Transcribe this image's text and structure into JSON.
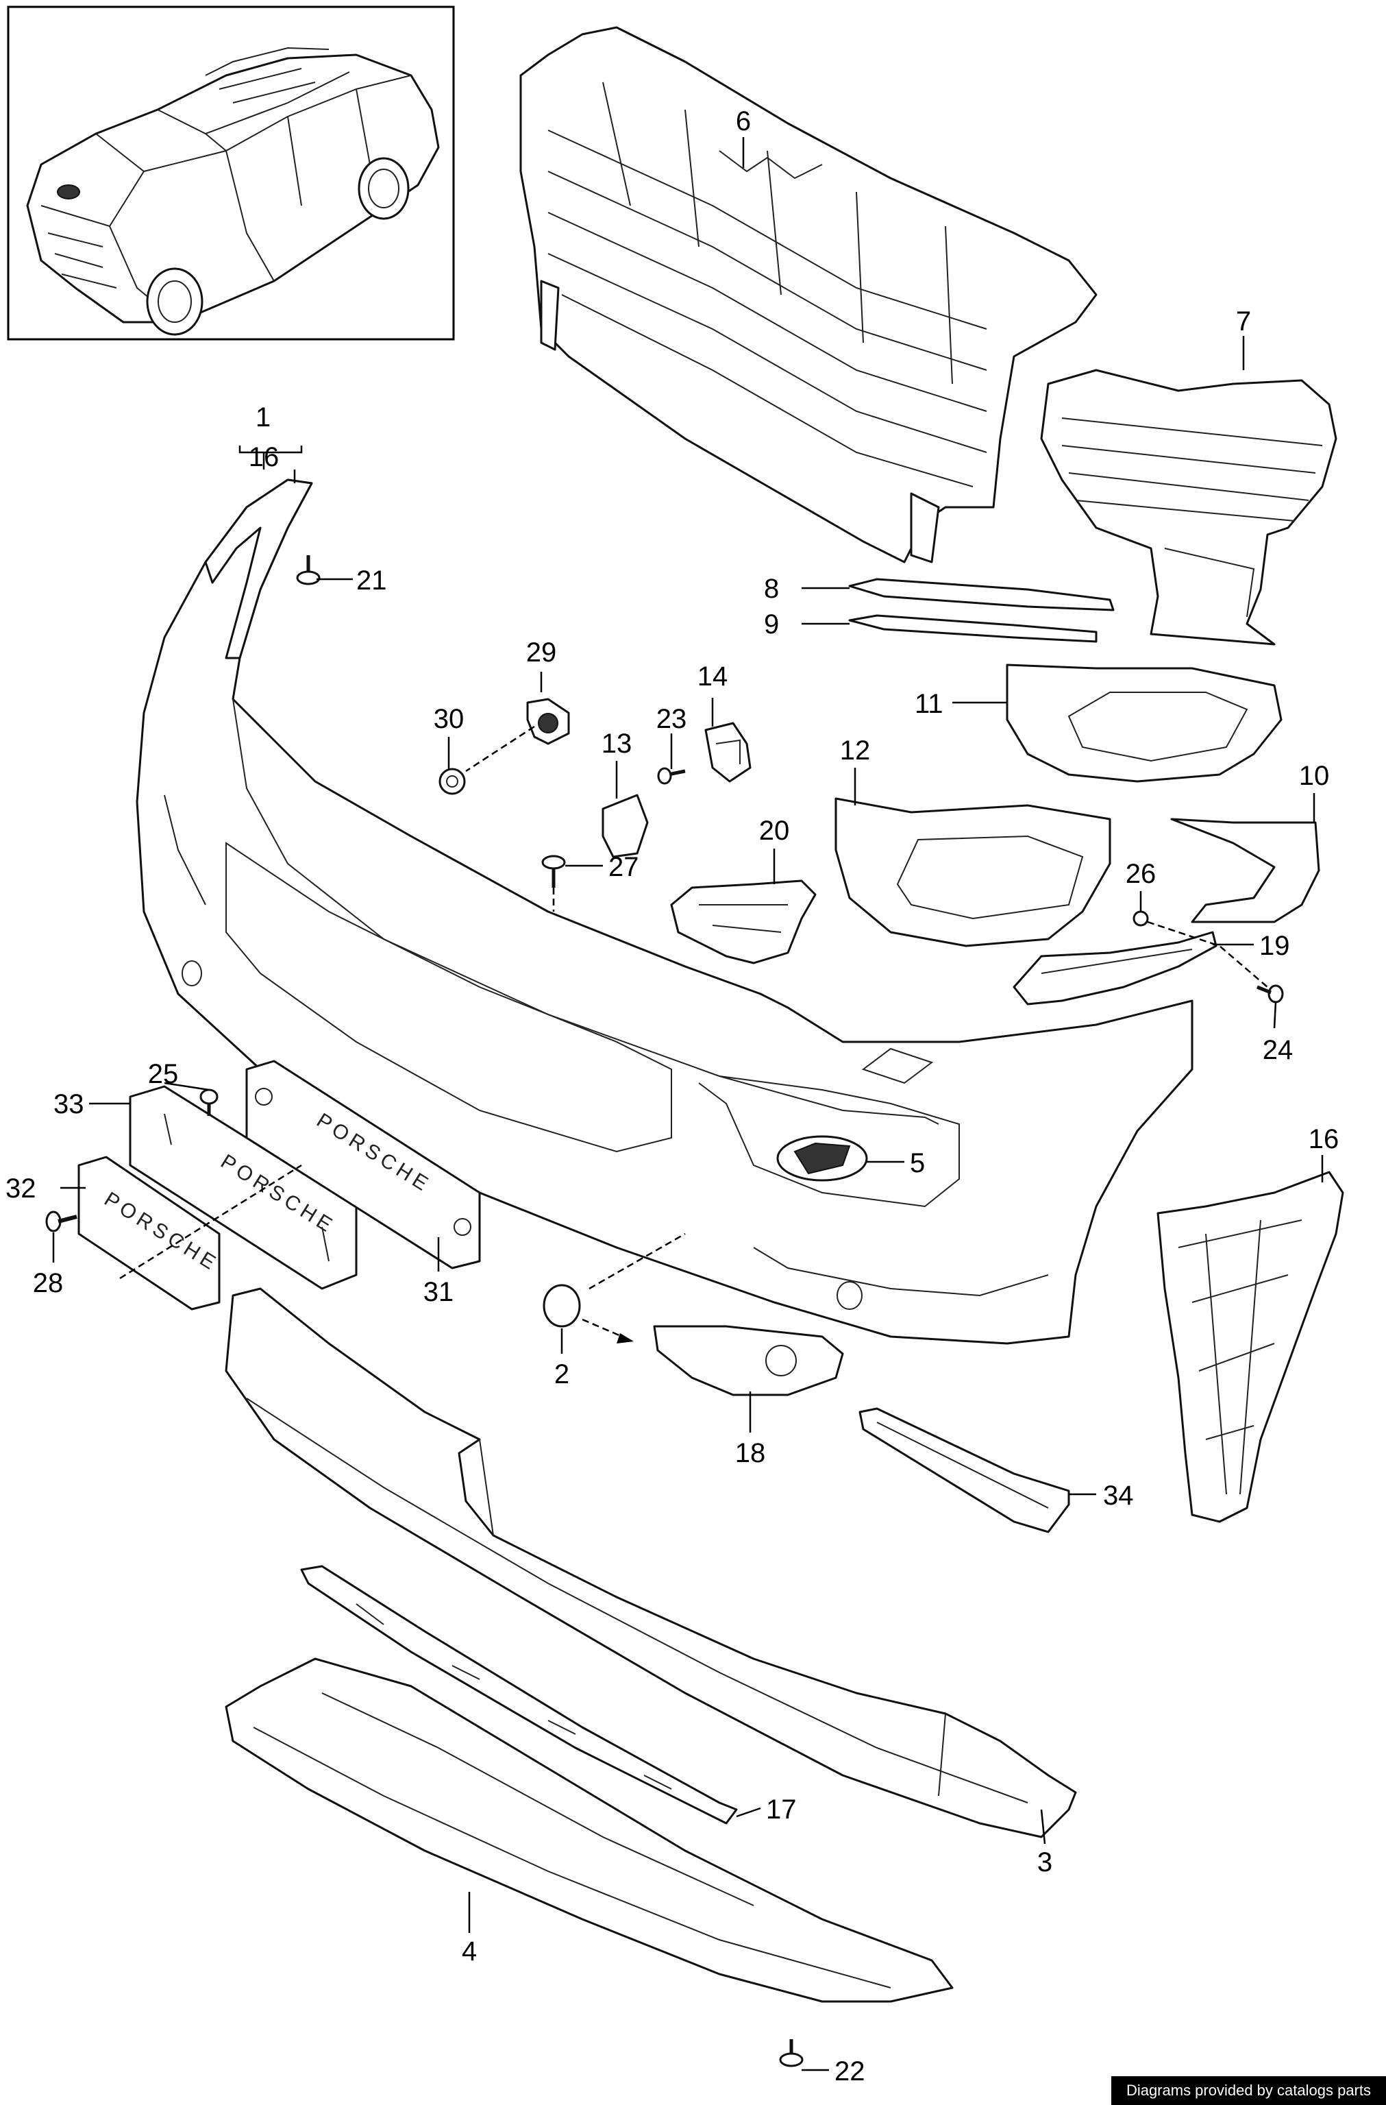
{
  "callouts": {
    "c1": "1",
    "c16a": "16",
    "c21": "21",
    "c6": "6",
    "c7": "7",
    "c8": "8",
    "c9": "9",
    "c29": "29",
    "c14": "14",
    "c11": "11",
    "c30": "30",
    "c23": "23",
    "c13": "13",
    "c12": "12",
    "c10": "10",
    "c20": "20",
    "c27": "27",
    "c26": "26",
    "c19": "19",
    "c24": "24",
    "c25": "25",
    "c33": "33",
    "c5": "5",
    "c16b": "16",
    "c32": "32",
    "c28": "28",
    "c31": "31",
    "c2": "2",
    "c18": "18",
    "c34": "34",
    "c17": "17",
    "c3": "3",
    "c4": "4",
    "c22": "22"
  },
  "plate_logo_text": "PORSCHE",
  "credit": "Diagrams provided by catalogs parts"
}
